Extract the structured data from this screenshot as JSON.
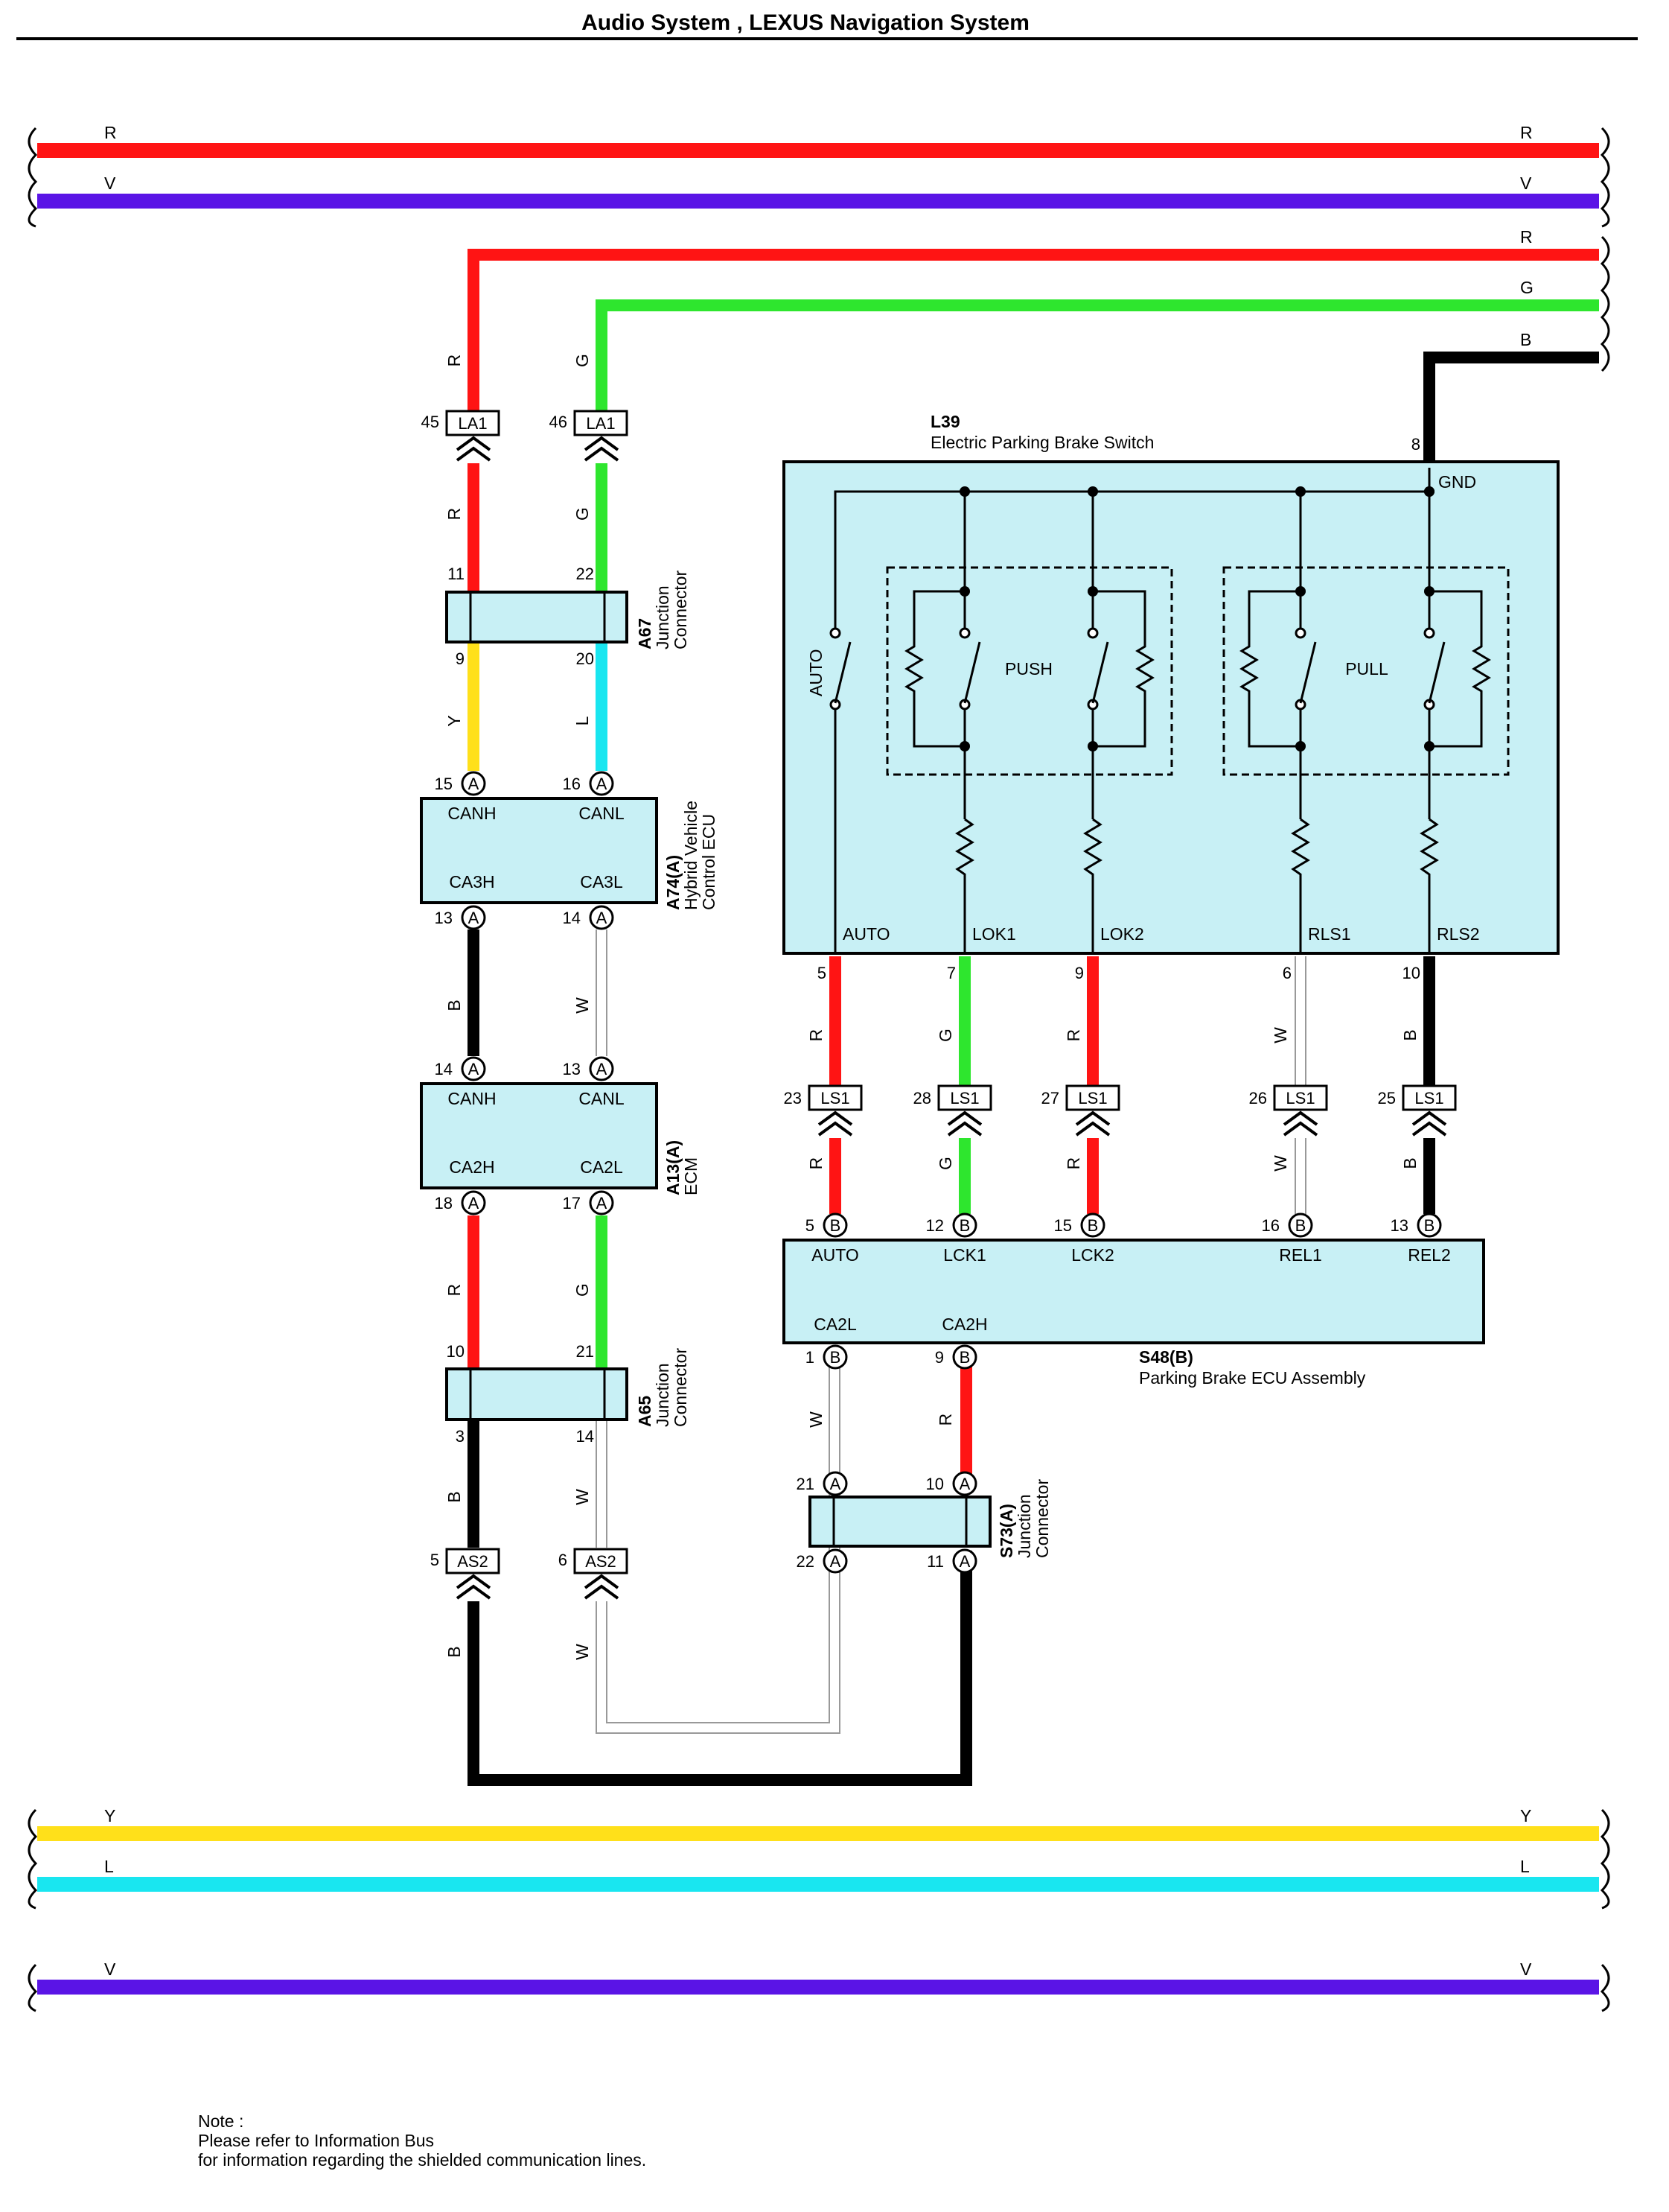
{
  "title": "Audio System , LEXUS Navigation System",
  "colors": {
    "R": "#ff1414",
    "V": "#5a14e6",
    "G": "#2ee62e",
    "B": "#000000",
    "Y": "#ffe01a",
    "L": "#19e6f0",
    "W": "#d8d8d8",
    "box_fill": "#c8f0f5"
  },
  "buses": {
    "top": [
      {
        "code": "R",
        "code_r": "R"
      },
      {
        "code": "V",
        "code_r": "V"
      }
    ],
    "right": [
      {
        "code": "R"
      },
      {
        "code": "G"
      },
      {
        "code": "B"
      }
    ],
    "bottom": [
      {
        "code": "Y",
        "code_r": "Y"
      },
      {
        "code": "L",
        "code_r": "L"
      },
      {
        "code": "V",
        "code_r": "V"
      }
    ]
  },
  "connectors": {
    "la1_45": {
      "pin": "45",
      "name": "LA1"
    },
    "la1_46": {
      "pin": "46",
      "name": "LA1"
    },
    "as2_5": {
      "pin": "5",
      "name": "AS2"
    },
    "as2_6": {
      "pin": "6",
      "name": "AS2"
    },
    "ls1": [
      {
        "pin": "23",
        "name": "LS1"
      },
      {
        "pin": "28",
        "name": "LS1"
      },
      {
        "pin": "27",
        "name": "LS1"
      },
      {
        "pin": "26",
        "name": "LS1"
      },
      {
        "pin": "25",
        "name": "LS1"
      }
    ]
  },
  "components": {
    "a67": {
      "id": "A67",
      "name1": "Junction",
      "name2": "Connector",
      "pins": [
        "11",
        "22",
        "9",
        "20"
      ]
    },
    "a74": {
      "id": "A74(A)",
      "name1": "Hybrid Vehicle",
      "name2": "Control ECU",
      "t1": "CANH",
      "t2": "CANL",
      "b1": "CA3H",
      "b2": "CA3L",
      "pins": [
        "15",
        "16",
        "13",
        "14"
      ],
      "letter": "A"
    },
    "a13": {
      "id": "A13(A)",
      "name1": "ECM",
      "t1": "CANH",
      "t2": "CANL",
      "b1": "CA2H",
      "b2": "CA2L",
      "pins": [
        "14",
        "13",
        "18",
        "17"
      ],
      "letter": "A"
    },
    "a65": {
      "id": "A65",
      "name1": "Junction",
      "name2": "Connector",
      "pins": [
        "10",
        "21",
        "3",
        "14"
      ]
    },
    "s73": {
      "id": "S73(A)",
      "name1": "Junction",
      "name2": "Connector",
      "pins": [
        "21",
        "10",
        "22",
        "11"
      ],
      "letter": "A"
    },
    "l39": {
      "id": "L39",
      "name": "Electric Parking Brake Switch",
      "gnd_pin": "8",
      "gnd": "GND",
      "auto_switch": "AUTO",
      "push": "PUSH",
      "pull": "PULL",
      "terminals": [
        "AUTO",
        "LOK1",
        "LOK2",
        "RLS1",
        "RLS2"
      ],
      "pins": [
        "5",
        "7",
        "9",
        "6",
        "10"
      ]
    },
    "s48": {
      "id": "S48(B)",
      "name": "Parking Brake ECU Assembly",
      "letter": "B",
      "top": [
        "AUTO",
        "LCK1",
        "LCK2",
        "REL1",
        "REL2"
      ],
      "top_pins": [
        "5",
        "12",
        "15",
        "16",
        "13"
      ],
      "bottom": [
        "CA2L",
        "CA2H"
      ],
      "bottom_pins": [
        "1",
        "9"
      ]
    }
  },
  "wire_labels": {
    "a_col": [
      "R",
      "R",
      "Y",
      "B",
      "R",
      "B",
      "B"
    ],
    "b_col": [
      "G",
      "G",
      "L",
      "W",
      "G",
      "W",
      "W"
    ],
    "ls_upper": [
      "R",
      "G",
      "R",
      "W",
      "B"
    ],
    "ls_lower": [
      "R",
      "G",
      "R",
      "W",
      "B"
    ],
    "s48_low": [
      "W",
      "R"
    ]
  },
  "note": {
    "line1": "Note :",
    "line2": "Please refer to Information Bus",
    "line3": "for information regarding the shielded communication lines."
  }
}
